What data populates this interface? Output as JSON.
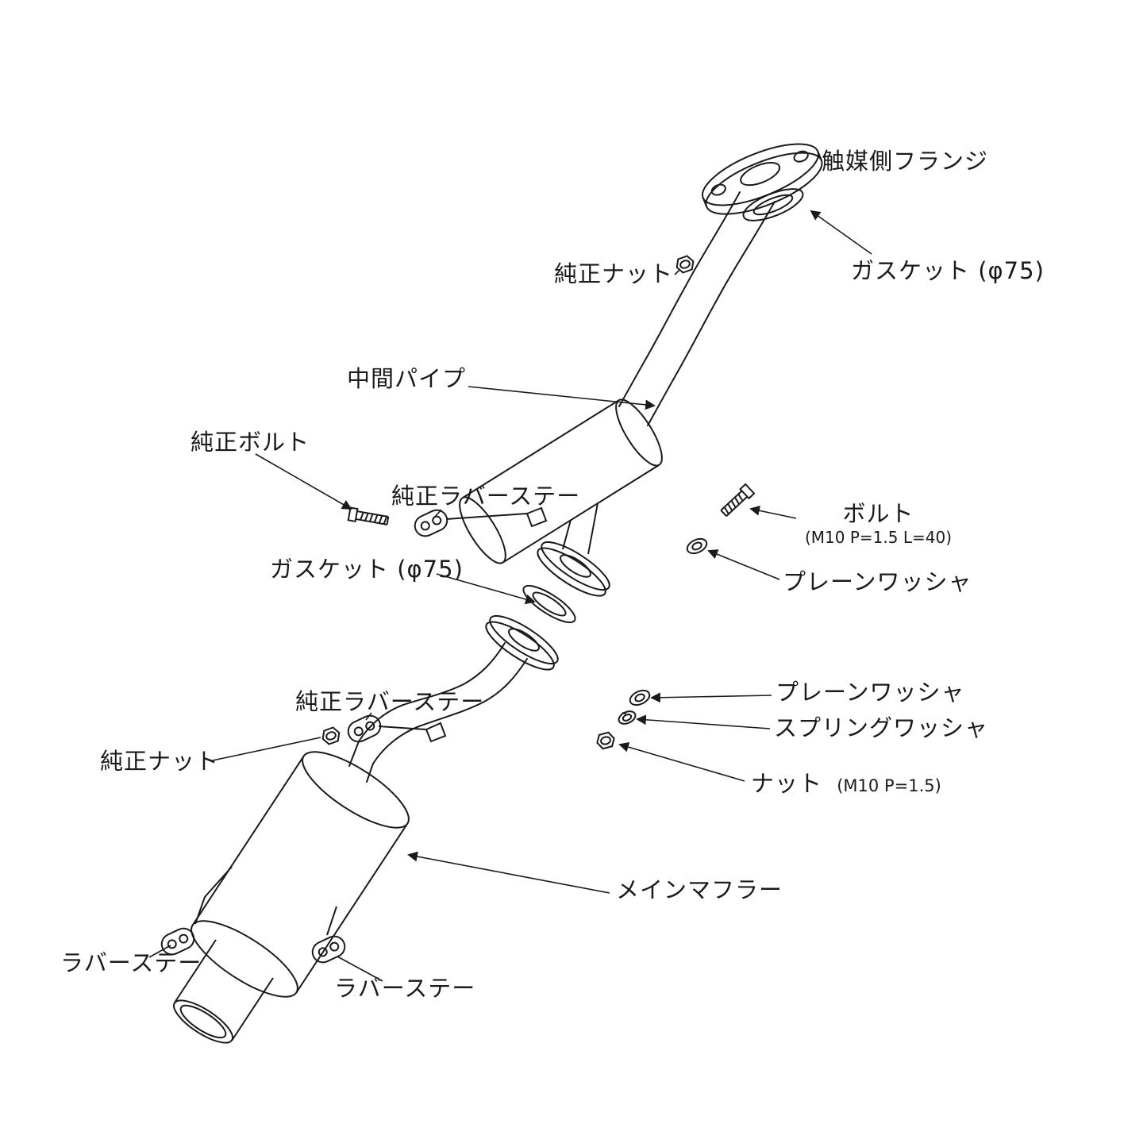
{
  "diagram": {
    "background": "#ffffff",
    "line_color": "#1a1a1a",
    "parts": {
      "catalyst_flange": "触媒側フランジ",
      "oem_nut_top": "純正ナット",
      "gasket_top": "ガスケット (φ75)",
      "mid_pipe": "中間パイプ",
      "oem_bolt": "純正ボルト",
      "oem_rubber_stay_upper": "純正ラバーステー",
      "gasket_mid": "ガスケット (φ75)",
      "bolt": "ボルト",
      "bolt_spec": "(M10 P=1.5 L=40)",
      "plain_washer_upper": "プレーンワッシャ",
      "plain_washer_lower": "プレーンワッシャ",
      "spring_washer": "スプリングワッシャ",
      "nut": "ナット",
      "nut_spec": "(M10 P=1.5)",
      "oem_rubber_stay_lower": "純正ラバーステー",
      "oem_nut_bottom": "純正ナット",
      "main_muffler": "メインマフラー",
      "rubber_stay_left": "ラバーステー",
      "rubber_stay_right": "ラバーステー"
    }
  }
}
